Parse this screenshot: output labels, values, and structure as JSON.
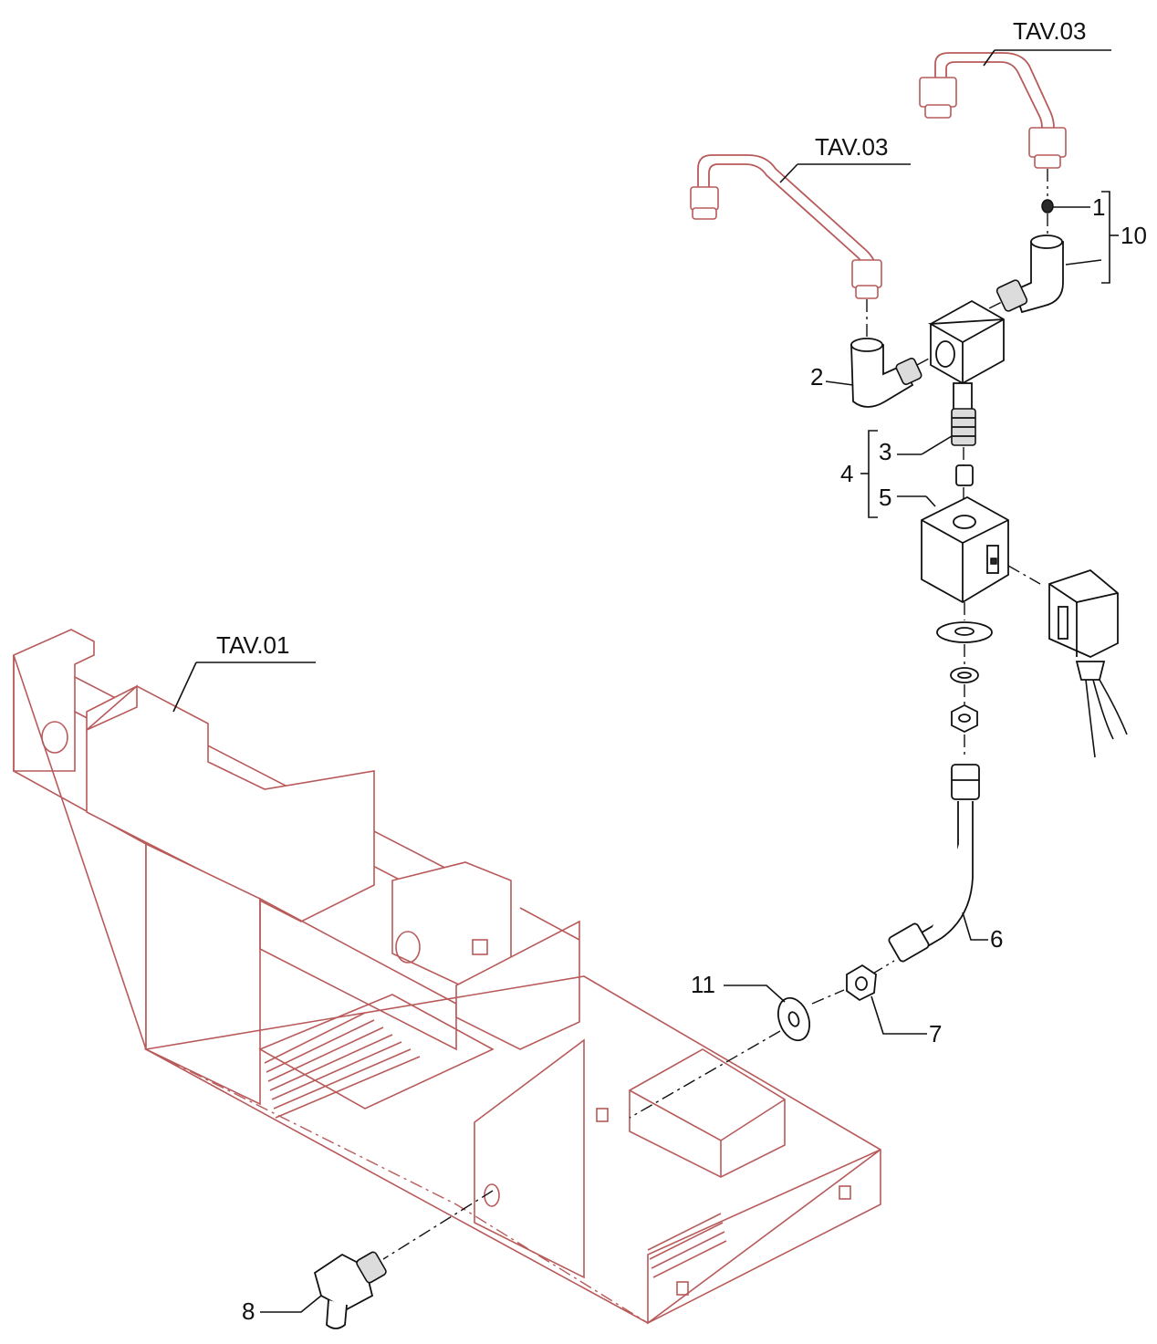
{
  "colors": {
    "reference_parts": "#b85a5a",
    "parts": "#111111",
    "background": "#ffffff"
  },
  "references": {
    "tav03_upper": "TAV.03",
    "tav03_lower": "TAV.03",
    "tav01": "TAV.01"
  },
  "callouts": {
    "c1": "1",
    "c2": "2",
    "c3": "3",
    "c4": "4",
    "c5": "5",
    "c6": "6",
    "c7": "7",
    "c8": "8",
    "c10": "10",
    "c11": "11"
  }
}
